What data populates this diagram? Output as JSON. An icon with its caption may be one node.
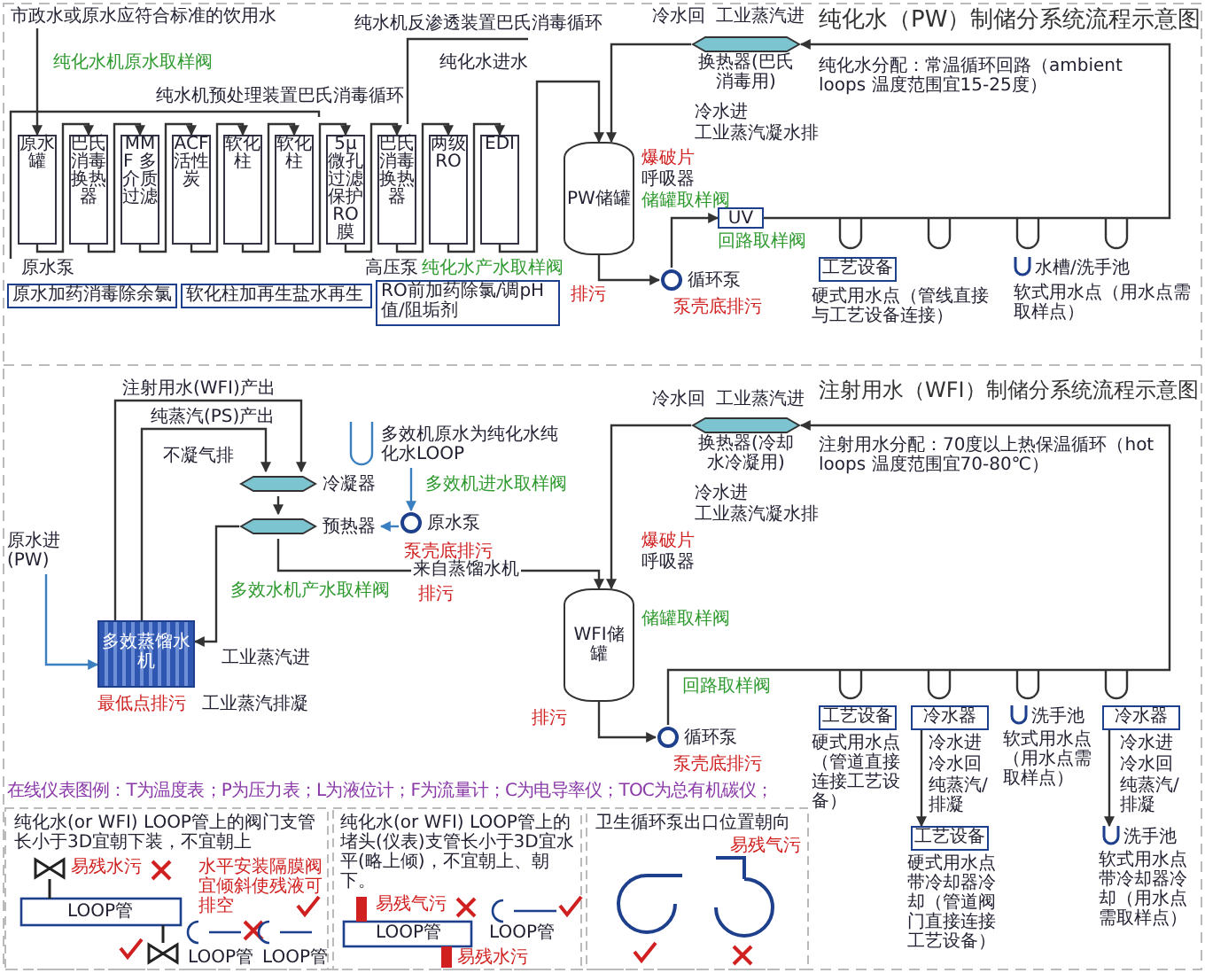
{
  "diagram": {
    "nodes": [
      {
        "text": [
          "市政水或原水应符合标准的饮用水"
        ]
      },
      {
        "text": [
          "原水罐"
        ]
      },
      {
        "text": [
          "巴氏消毒换热器"
        ]
      },
      {
        "text": [
          "MMF 多介质过滤"
        ]
      },
      {
        "text": [
          "ACF 活性炭"
        ]
      },
      {
        "text": [
          "软化柱"
        ]
      },
      {
        "text": [
          "软化柱"
        ]
      },
      {
        "text": [
          "5μ 微孔过滤保护RO膜"
        ]
      },
      {
        "text": [
          "巴氏消毒换热器"
        ]
      },
      {
        "text": [
          "两级RO"
        ]
      },
      {
        "text": [
          "EDI"
        ]
      },
      {
        "text": [
          "PW储罐"
        ]
      },
      {
        "text": [
          "循环泵"
        ]
      },
      {
        "text": [
          "换热器(巴氏消毒用)"
        ]
      },
      {
        "text": [
          "UV"
        ]
      },
      {
        "text": [
          "工艺设备"
        ],
        "beside": [
          "硬式用水点（管线直接与工艺设备连接）"
        ]
      },
      {
        "text": [
          "水槽/洗手池"
        ],
        "beside": [
          "软式用水点（用水点需取样点）"
        ]
      },
      {
        "text": [
          "多效蒸馏水机"
        ]
      },
      {
        "text": [
          "原水进(PW)"
        ]
      },
      {
        "text": [
          "冷凝器"
        ]
      },
      {
        "text": [
          "预热器"
        ]
      },
      {
        "text": [
          "多效机原水为纯化水纯化水LOOP"
        ]
      },
      {
        "text": [
          "原水泵"
        ]
      },
      {
        "text": [
          "WFI储罐"
        ]
      },
      {
        "text": [
          "循环泵"
        ]
      },
      {
        "text": [
          "换热器(冷却水冷凝用)"
        ]
      },
      {
        "text": [
          "工艺设备"
        ],
        "beside": [
          "硬式用水点（管道直接连接工艺设备）"
        ]
      },
      {
        "text": [
          "冷水器"
        ]
      },
      {
        "text": [
          "工艺设备"
        ],
        "beside": [
          "硬式用水点带冷却器冷却（管道阀门直接连接工艺设备）"
        ]
      },
      {
        "text": [
          "洗手池"
        ],
        "beside": [
          "软式用水点（用水点需取样点）"
        ]
      },
      {
        "text": [
          "冷水器"
        ]
      },
      {
        "text": [
          "洗手池"
        ],
        "beside": [
          "软式用水点带冷却器冷却（用水点需取样点）"
        ]
      },
      {
        "text": [
          "原水加药消毒除余氯"
        ]
      },
      {
        "text": [
          "软化柱加再生盐水再生"
        ]
      },
      {
        "text": [
          "RO前加药除氯/调pH值/阻垢剂"
        ]
      }
    ],
    "edges": [
      {
        "from": 0,
        "to": 1,
        "arrow": "to"
      },
      {
        "from": 1,
        "to": 2,
        "arrow": "to"
      },
      {
        "from": 2,
        "to": 3,
        "arrow": "to"
      },
      {
        "from": 3,
        "to": 4,
        "arrow": "to"
      },
      {
        "from": 4,
        "to": 5,
        "arrow": "to"
      },
      {
        "from": 5,
        "to": 6,
        "arrow": "to"
      },
      {
        "from": 6,
        "to": 7,
        "arrow": "to"
      },
      {
        "from": 7,
        "to": 8,
        "arrow": "to"
      },
      {
        "from": 8,
        "to": 9,
        "arrow": "to"
      },
      {
        "from": 9,
        "to": 10,
        "arrow": "to"
      },
      {
        "from": 10,
        "to": 11,
        "arrow": "to"
      },
      {
        "from": 11,
        "to": 12,
        "arrow": "to"
      },
      {
        "from": 12,
        "to": 14,
        "arrow": "to"
      },
      {
        "from": 14,
        "to": 13,
        "arrow": "to"
      },
      {
        "from": 13,
        "to": 11,
        "arrow": "to"
      },
      {
        "from": 18,
        "to": 17,
        "arrow": "to",
        "color": "#3a7fc0"
      },
      {
        "from": 17,
        "to": 19,
        "arrow": "to",
        "label": "注射用水(WFI)产出"
      },
      {
        "from": 17,
        "to": 19,
        "arrow": "to",
        "label": "纯蒸汽(PS)产出"
      },
      {
        "from": 19,
        "to": 20,
        "arrow": "to"
      },
      {
        "from": 21,
        "to": 22,
        "arrow": "to",
        "color": "#3a7fc0"
      },
      {
        "from": 22,
        "to": 20,
        "arrow": "to",
        "color": "#3a7fc0"
      },
      {
        "from": 20,
        "to": 17,
        "arrow": "to"
      },
      {
        "from": 20,
        "to": 23,
        "arrow": "to",
        "label": "来自蒸馏水机"
      },
      {
        "from": 23,
        "to": 24,
        "arrow": "to"
      },
      {
        "from": 24,
        "to": 25,
        "arrow": "to"
      },
      {
        "from": 25,
        "to": 23,
        "arrow": "to"
      },
      {
        "from": 27,
        "to": 28,
        "arrow": "to"
      },
      {
        "from": 30,
        "to": 31,
        "arrow": "to"
      }
    ],
    "labels": [
      "纯化水（PW）制储分系统流程示意图",
      "纯化水机原水取样阀",
      "纯水机预处理装置巴氏消毒循环",
      "纯水机反渗透装置巴氏消毒循环",
      "纯化水进水",
      "冷水回",
      "工业蒸汽进",
      "纯化水分配：常温循环回路（ambient loops 温度范围宜15-25度）",
      "冷水进",
      "工业蒸汽凝水排",
      "爆破片",
      "呼吸器",
      "储罐取样阀",
      "原水泵",
      "高压泵",
      "纯化水产水取样阀",
      "排污",
      "泵壳底排污",
      "回路取样阀",
      "注射用水（WFI）制储分系统流程示意图",
      "不凝气排",
      "多效机进水取样阀",
      "泵壳底排污",
      "多效水机产水取样阀",
      "排污",
      "工业蒸汽进",
      "最低点排污",
      "工业蒸汽排凝",
      "冷水回",
      "工业蒸汽进",
      "注射用水分配：70度以上热保温循环（hot loops 温度范围宜70-80℃）",
      "冷水进",
      "工业蒸汽凝水排",
      "爆破片",
      "呼吸器",
      "储罐取样阀",
      "排污",
      "泵壳底排污",
      "回路取样阀",
      "冷水进",
      "冷水回",
      "纯蒸汽/排凝",
      "冷水进",
      "冷水回",
      "纯蒸汽/排凝",
      "在线仪表图例：T为温度表；P为压力表；L为液位计；F为流量计；C为电导率仪；TOC为总有机碳仪；",
      "纯化水(or WFI) LOOP管上的阀门支管长小于3D宜朝下装，不宜朝上",
      "易残水污",
      "LOOP管",
      "水平安装隔膜阀宜倾斜使残液可排空",
      "LOOP管",
      "LOOP管",
      "纯化水(or WFI) LOOP管上的堵头(仪表)支管长小于3D宜水平(略上倾)，不宜朝上、朝下。",
      "易残气污",
      "LOOP管",
      "易残水污",
      "LOOP管",
      "卫生循环泵出口位置朝向",
      "易残气污"
    ]
  }
}
